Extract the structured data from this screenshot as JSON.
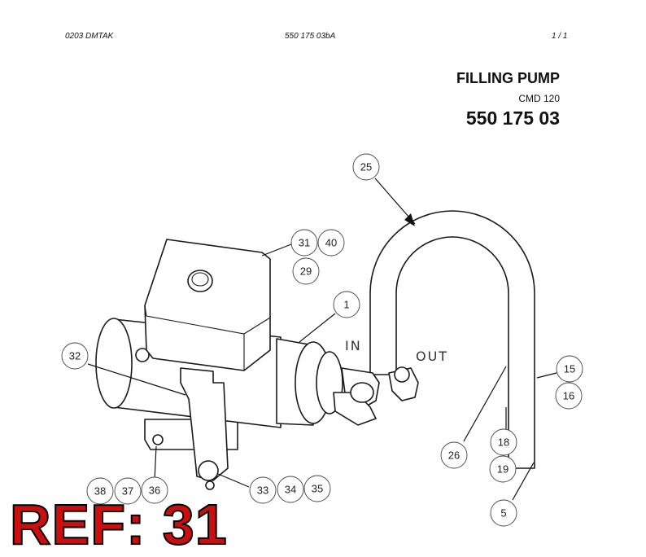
{
  "header": {
    "left": "0203 DMTAK",
    "center": "550 175 03bA",
    "right": "1 /   1"
  },
  "title": {
    "name": "FILLING PUMP",
    "model": "CMD 120",
    "part_number": "550 175 03"
  },
  "ports": {
    "in": "IN",
    "out": "OUT"
  },
  "callouts": {
    "c25": "25",
    "c31": "31",
    "c40": "40",
    "c29": "29",
    "c1": "1",
    "c32": "32",
    "c15": "15",
    "c16": "16",
    "c26": "26",
    "c18": "18",
    "c19": "19",
    "c5": "5",
    "c38": "38",
    "c37": "37",
    "c36": "36",
    "c33": "33",
    "c34": "34",
    "c35": "35"
  },
  "reference": "REF: 31"
}
